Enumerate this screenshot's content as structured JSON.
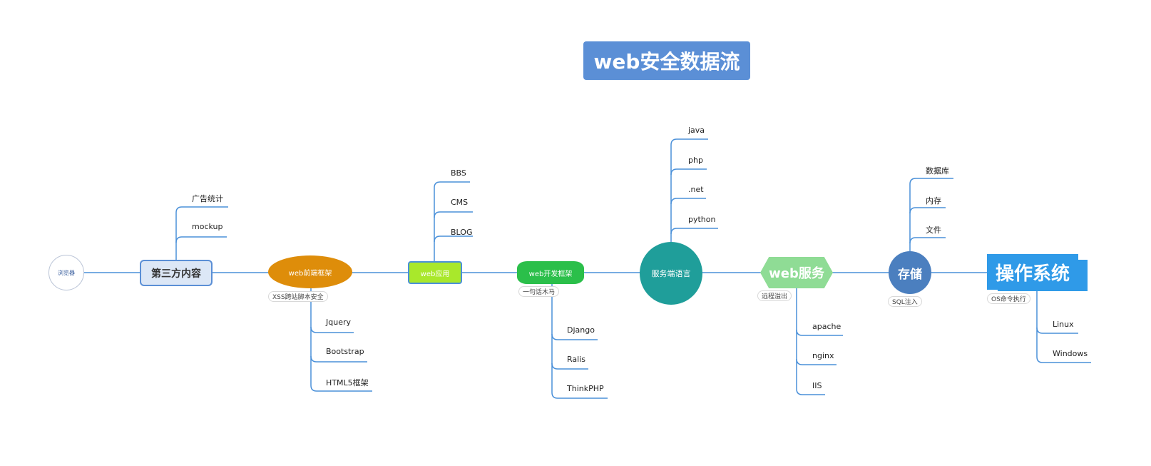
{
  "title": "web安全数据流",
  "nodes": {
    "browser": "浏览器",
    "third_party": "第三方内容",
    "frontend": "web前端框架",
    "web_app": "web应用",
    "dev_framework": "web开发框架",
    "server_language": "服务端语言",
    "web_service": "web服务",
    "storage": "存储",
    "os": "操作系统"
  },
  "tags": {
    "frontend": "XSS跨站脚本安全",
    "dev_framework": "一句话木马",
    "web_service": "远程溢出",
    "storage": "SQL注入",
    "os": "OS命令执行"
  },
  "leaves": {
    "third_party": [
      "广告统计",
      "mockup"
    ],
    "frontend": [
      "Jquery",
      "Bootstrap",
      "HTML5框架"
    ],
    "web_app": [
      "BBS",
      "CMS",
      "BLOG"
    ],
    "dev_framework": [
      "Django",
      "Ralis",
      "ThinkPHP"
    ],
    "server_language": [
      "java",
      "php",
      ".net",
      "python"
    ],
    "web_service": [
      "apache",
      "nginx",
      "IIS"
    ],
    "storage": [
      "数据库",
      "内存",
      "文件"
    ],
    "os": [
      "Linux",
      "Windows"
    ]
  },
  "colors": {
    "line": "#4a90d9",
    "title": "#5b8fd6",
    "frontend": "#de8d0a",
    "web_app": "#a9e82b",
    "dev_framework": "#2bbf4a",
    "server_language": "#1f9e9a",
    "web_service": "#8fdc95",
    "storage": "#4b7fbf",
    "os": "#2f9ae8"
  }
}
